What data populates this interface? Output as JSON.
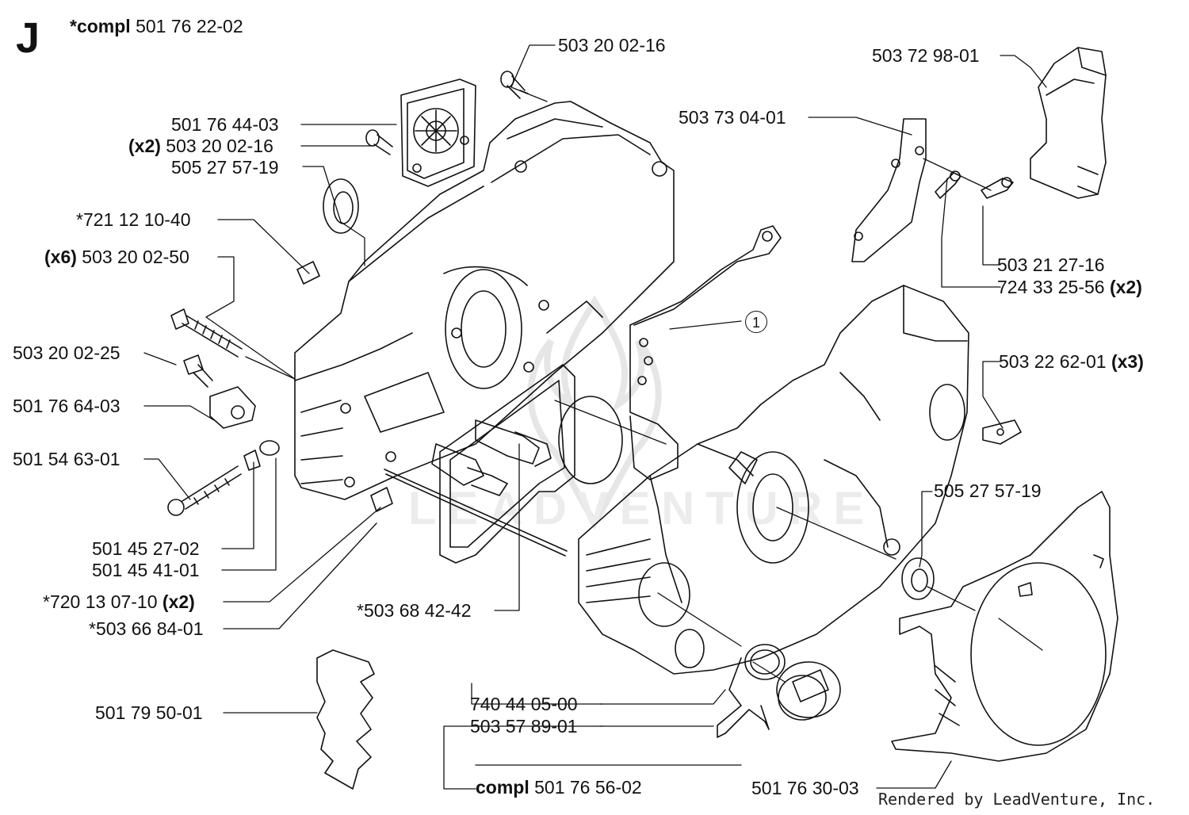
{
  "section": {
    "letter": "J",
    "compl_prefix": "*compl",
    "compl_number": "501 76 22-02"
  },
  "callout": "1",
  "watermark": "LEADVENTURE",
  "footer": "Rendered by LeadVenture, Inc.",
  "labels": {
    "p01": {
      "pre": "",
      "number": "503 20 02-16",
      "post": ""
    },
    "p02": {
      "pre": "",
      "number": "501 76 44-03",
      "post": ""
    },
    "p03": {
      "pre": "(x2)",
      "number": "503 20 02-16",
      "post": ""
    },
    "p04": {
      "pre": "",
      "number": "505 27 57-19",
      "post": ""
    },
    "p05": {
      "pre": "",
      "number": "*721 12 10-40",
      "post": ""
    },
    "p06": {
      "pre": "(x6)",
      "number": "503 20 02-50",
      "post": ""
    },
    "p07": {
      "pre": "",
      "number": "503 20 02-25",
      "post": ""
    },
    "p08": {
      "pre": "",
      "number": "501 76 64-03",
      "post": ""
    },
    "p09": {
      "pre": "",
      "number": "501 54 63-01",
      "post": ""
    },
    "p10": {
      "pre": "",
      "number": "501 45 27-02",
      "post": ""
    },
    "p11": {
      "pre": "",
      "number": "501 45 41-01",
      "post": ""
    },
    "p12": {
      "pre": "",
      "number": "*720 13 07-10",
      "post": "(x2)"
    },
    "p13": {
      "pre": "",
      "number": "*503 66 84-01",
      "post": ""
    },
    "p14": {
      "pre": "",
      "number": "501 79 50-01",
      "post": ""
    },
    "p15": {
      "pre": "",
      "number": "*503 68 42-42",
      "post": ""
    },
    "p16": {
      "pre": "",
      "number": "740 44 05-00",
      "post": ""
    },
    "p17": {
      "pre": "",
      "number": "503 57 89-01",
      "post": ""
    },
    "p18": {
      "pre": "compl",
      "number": "501 76 56-02",
      "post": ""
    },
    "p19": {
      "pre": "",
      "number": "501 76 30-03",
      "post": ""
    },
    "p20": {
      "pre": "",
      "number": "505 27 57-19",
      "post": ""
    },
    "p21": {
      "pre": "",
      "number": "503 22 62-01",
      "post": "(x3)"
    },
    "p22": {
      "pre": "",
      "number": "503 21 27-16",
      "post": ""
    },
    "p23": {
      "pre": "",
      "number": "724 33 25-56",
      "post": "(x2)"
    },
    "p24": {
      "pre": "",
      "number": "503 73 04-01",
      "post": ""
    },
    "p25": {
      "pre": "",
      "number": "503 72 98-01",
      "post": ""
    }
  }
}
